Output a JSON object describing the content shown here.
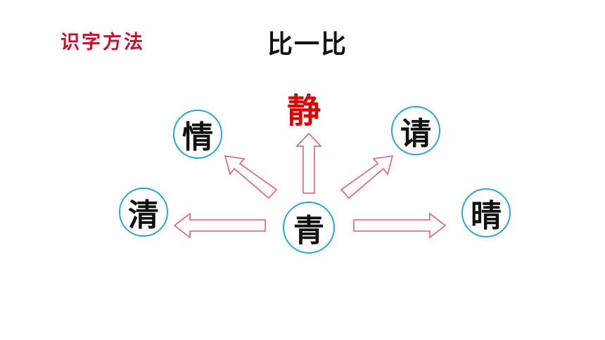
{
  "header": {
    "method_label": "识字方法",
    "title": "比一比"
  },
  "diagram": {
    "center": "青",
    "top": "静",
    "upper_left": "情",
    "upper_right": "请",
    "left": "清",
    "right": "晴"
  },
  "colors": {
    "method_label": "#c8102e",
    "top_char": "#e00000",
    "circle_border": "#2aa6dc",
    "arrow_stroke": "#e05a6a"
  }
}
